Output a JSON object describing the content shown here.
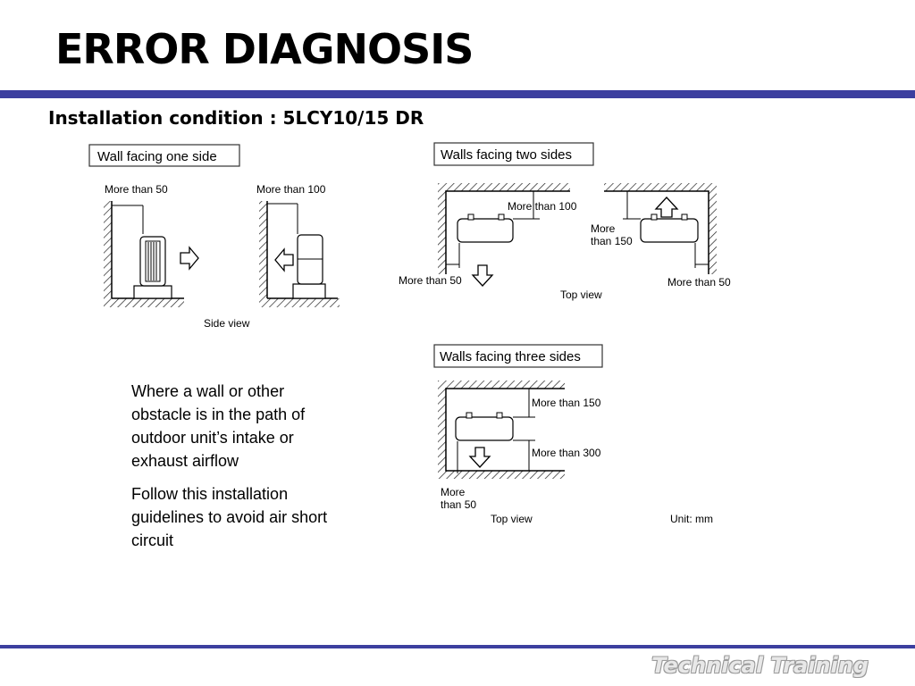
{
  "slide": {
    "title": "ERROR DIAGNOSIS",
    "subtitle": "Installation condition : 5LCY10/15 DR",
    "footer_brand": "Technical Training"
  },
  "diagram": {
    "one_side": {
      "heading": "Wall facing one side",
      "left_label": "More than 50",
      "right_label": "More than 100",
      "caption": "Side view"
    },
    "two_sides": {
      "heading": "Walls facing two sides",
      "label_top": "More than 100",
      "label_mid_line1": "More",
      "label_mid_line2": "than 150",
      "label_bottom_left": "More than 50",
      "label_bottom_right": "More than 50",
      "caption": "Top view"
    },
    "three_sides": {
      "heading": "Walls facing three sides",
      "label_top": "More than 150",
      "label_bottom": "More than 300",
      "label_left_line1": "More",
      "label_left_line2": "than 50",
      "caption": "Top view",
      "unit": "Unit: mm"
    }
  },
  "notes": [
    {
      "text": "Where a wall or other obstacle is in the path of outdoor unit’s intake or exhaust airflow"
    },
    {
      "text": "Follow this installation guidelines to avoid air short circuit"
    }
  ]
}
